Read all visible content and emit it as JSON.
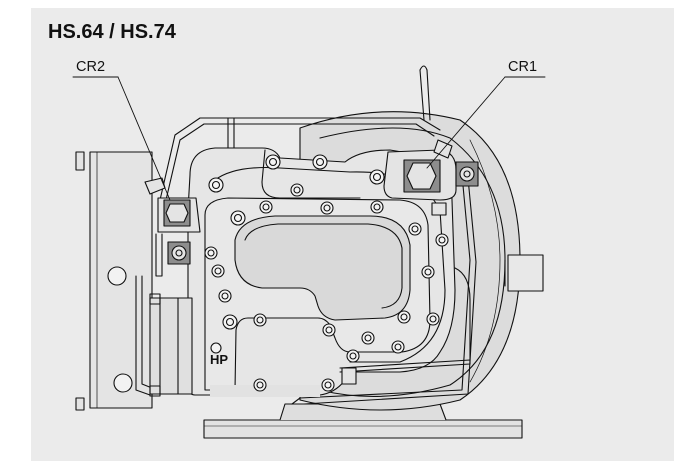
{
  "title": "HS.64 / HS.74",
  "callouts": {
    "left": "CR2",
    "right": "CR1"
  },
  "housing_marking": "HP",
  "colors": {
    "panel_background": "#ebebeb",
    "outline": "#111111",
    "body_fill": "#e6e6e6",
    "shadow_fill": "#d6d6d6",
    "cap_fill": "#8d8d8d"
  }
}
